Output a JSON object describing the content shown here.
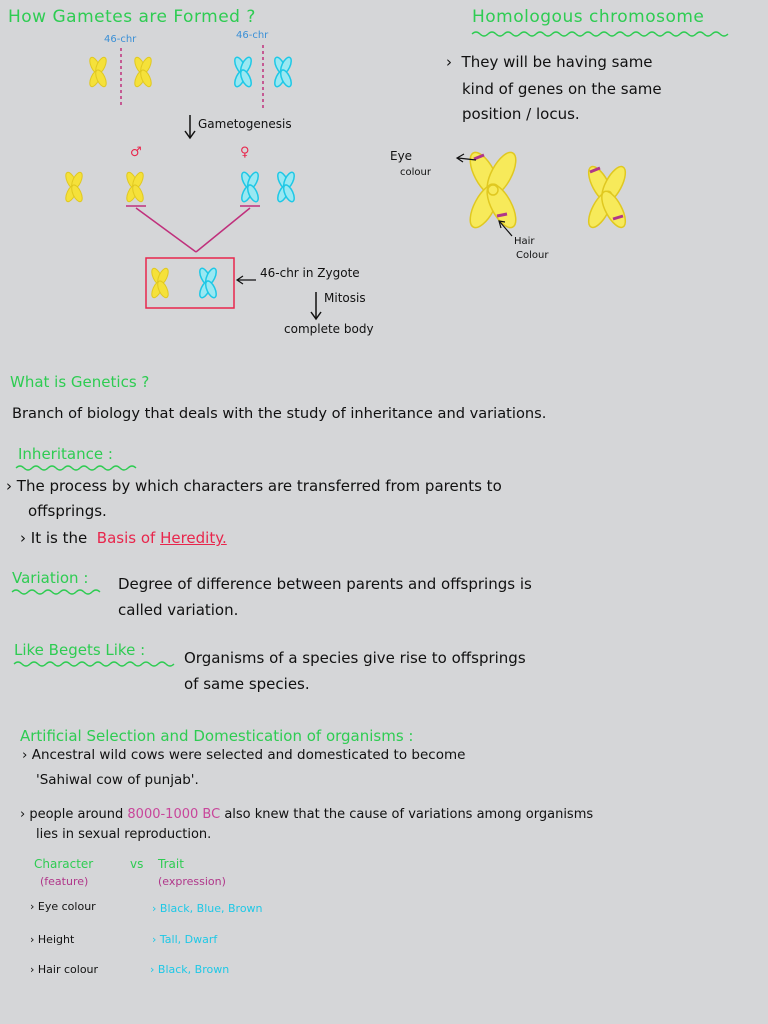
{
  "gametes": {
    "title": "How Gametes are Formed ?",
    "chr_label_left": "46-chr",
    "chr_label_right": "46-chr",
    "gametogenesis": "Gametogenesis",
    "male_symbol": "♂",
    "female_symbol": "♀",
    "zygote_label": "46-chr in Zygote",
    "mitosis": "Mitosis",
    "complete_body": "complete body"
  },
  "homologous": {
    "title": "Homologous chromosome",
    "desc_line1": "They will be having same",
    "desc_line2": "kind of genes on the same",
    "desc_line3": "position / locus.",
    "eye_label_1": "Eye",
    "eye_label_2": "colour",
    "hair_label_1": "Hair",
    "hair_label_2": "Colour"
  },
  "genetics": {
    "heading": "What is Genetics ?",
    "definition": "Branch of biology that deals with the study of inheritance and variations."
  },
  "inheritance": {
    "heading": "Inheritance :",
    "line1": "The process by which characters are transferred from parents to",
    "line2": "offsprings.",
    "line3_prefix": "It is the",
    "line3_highlight_a": "Basis of",
    "line3_highlight_b": "Heredity."
  },
  "variation": {
    "heading": "Variation :",
    "line1": "Degree of difference between parents and offsprings is",
    "line2": "called variation."
  },
  "like_begets": {
    "heading": "Like Begets Like :",
    "line1": "Organisms of a species give rise to offsprings",
    "line2": "of same species."
  },
  "artificial": {
    "heading": "Artificial Selection and Domestication of organisms :",
    "line1": "Ancestral wild cows were selected and domesticated to become",
    "line2": "'Sahiwal cow of punjab'.",
    "line3_prefix": "people around",
    "line3_highlight": "8000-1000 BC",
    "line3_suffix": "also knew that the cause of variations among organisms",
    "line4": "lies in sexual reproduction."
  },
  "table": {
    "header_character": "Character",
    "header_vs": "vs",
    "header_trait": "Trait",
    "sub_character": "(feature)",
    "sub_trait": "(expression)",
    "rows": [
      {
        "character": "Eye colour",
        "trait": "Black, Blue, Brown"
      },
      {
        "character": "Height",
        "trait": "Tall, Dwarf"
      },
      {
        "character": "Hair colour",
        "trait": "Black, Brown"
      }
    ]
  },
  "colors": {
    "heading_green": "#2ecc52",
    "yellow_chromosome": "#f5e13a",
    "cyan_chromosome": "#1ec8e6",
    "red_highlight": "#e8264c",
    "magenta": "#b0378a"
  }
}
